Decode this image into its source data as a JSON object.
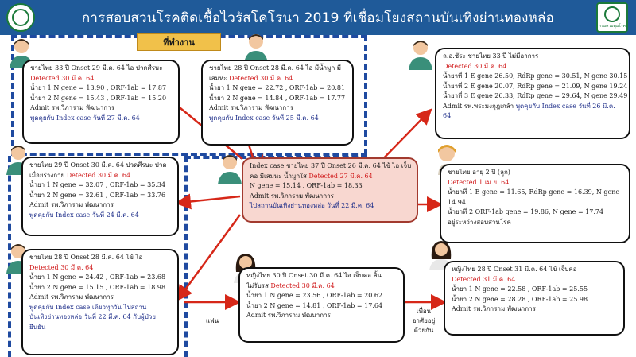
{
  "header": {
    "title": "การสอบสวนโรคติดเชื้อไวรัสโคโรนา 2019   ที่เชื่อมโยงสถานบันเทิงย่านทองหล่อ"
  },
  "logos": {
    "right_caption": "กรมควบคุมโรค"
  },
  "workplace_label": "ที่ทำงาน",
  "cases": {
    "c1": {
      "l1": "ชายไทย 33 ปี Onset 29 มี.ค. 64 ไอ ปวดศีรษะ",
      "l2": "Detected 30 มี.ค. 64",
      "l3": "น้ำยา 1 N gene = 13.90 , ORF-1ab = 17.87",
      "l4": "น้ำยา 2 N gene = 15.43 , ORF-1ab = 15.20",
      "l5": "Admit รพ.วิภาราม พัฒนาการ",
      "l6": "พูดคุยกับ Index case วันที่ 27 มี.ค. 64"
    },
    "c2": {
      "l1": "ชายไทย 28 ปี Onset 28 มี.ค. 64 ไอ มีน้ำมูก มี",
      "l2a": "เสมหะ ",
      "l2b": "Detected 30 มี.ค. 64",
      "l3": "น้ำยา 1 N gene = 22.72 , ORF-1ab = 20.81",
      "l4": "น้ำยา 2 N gene = 14.84 , ORF-1ab = 17.77",
      "l5": "Admit รพ.วิภาราม พัฒนาการ",
      "l6": "พูดคุยกับ Index case วันที่ 25 มี.ค. 64"
    },
    "c3": {
      "l1": "ชายไทย 29 ปี Onset 30 มี.ค. 64 ปวดศีรษะ ปวด",
      "l2a": "เมื่อยร่างกาย ",
      "l2b": "Detected 30 มี.ค. 64",
      "l3": "น้ำยา 1 N gene = 32.07 , ORF-1ab = 35.34",
      "l4": "น้ำยา 2 N gene = 32.61 , ORF-1ab = 33.76",
      "l5": "Admit รพ.วิภาราม พัฒนาการ",
      "l6": "พูดคุยกับ Index case วันที่ 24 มี.ค. 64"
    },
    "c4": {
      "l1": "ชายไทย 28 ปี Onset 28 มี.ค. 64 ไข้ ไอ",
      "l2": "Detected 30 มี.ค. 64",
      "l3": "น้ำยา 1 N gene = 24.42 , ORF-1ab = 23.68",
      "l4": "น้ำยา 2 N gene = 15.15 , ORF-1ab = 18.98",
      "l5": "Admit รพ.วิภาราม พัฒนาการ",
      "l6": "พูดคุยกับ Index case เดียวทุกวัน ไปสถาน",
      "l7": "บันเทิงย่านทองหล่อ วันที่ 22 มี.ค. 64 กับผู้ป่วย",
      "l8": "ยืนยัน"
    },
    "index": {
      "l1": "Index case ชายไทย 37 ปี Onset 26 มี.ค. 64 ไข้ ไอ เจ็บ",
      "l2a": "คอ มีเสมหะ น้ำมูกใส ",
      "l2b": "Detected 27 มี.ค. 64",
      "l3": "N gene = 15.14 , ORF-1ab = 18.33",
      "l4": "Admit รพ.วิภาราม พัฒนาการ",
      "l5": "ไปสถานบันเทิงย่านทองหล่อ วันที่ 22 มี.ค. 64"
    },
    "c5": {
      "l1": "ล.อ.ชัระ ชายไทย 33 ปี ไม่มีอาการ",
      "l2": "Detected 30 มี.ค. 64",
      "l3": "น้ำยาที่ 1 E gene 26.50, RdRp gene = 30.51, N gene 30.15",
      "l4": "น้ำยาที่ 2 E gene 20.07, RdRp gene = 21.09, N gene 19.24",
      "l5": "น้ำยาที่ 3 E gene 26.33, RdRp gene = 29.64, N gene 29.49",
      "l6a": "Admit รพ.พระมงกุฎเกล้า ",
      "l6b": "พูดคุยกับ Index case วันที่ 26 มี.ค.",
      "l7": "64"
    },
    "c6": {
      "l1": "ชายไทย อายุ 2 ปี (ลูก)",
      "l2": "Detected 1 เม.ย. 64",
      "l3": "น้ำยาที่ 1 E gene = 11.65, RdRp gene = 16.39, N gene",
      "l4": "14.94",
      "l5": "น้ำยาที่ 2 ORF-1ab gene = 19.86, N gene = 17.74",
      "l6": "อยู่ระหว่างสอบสวนโรค"
    },
    "c7": {
      "l1": "หญิงไทย 30 ปี Onset 30 มี.ค. 64 ไอ เจ็บคอ ลิ้น",
      "l2a": "ไม่รับรส ",
      "l2b": "Detected 30 มี.ค. 64",
      "l3": "น้ำยา 1 N gene = 23.56 , ORF-1ab = 20.62",
      "l4": "น้ำยา 2 N gene = 14.81 , ORF-1ab = 17.64",
      "l5": "Admit รพ.วิภาราม พัฒนาการ"
    },
    "c8": {
      "l1": "หญิงไทย 28 ปี Onset 31 มี.ค. 64 ไข้ เจ็บคอ",
      "l2": "Detected 31 มี.ค. 64",
      "l3": "น้ำยา 1 N gene = 22.58 , ORF-1ab = 25.55",
      "l4": "น้ำยา 2 N gene = 28.28 , ORF-1ab = 25.98",
      "l5": "Admit รพ.วิภาราม พัฒนาการ"
    }
  },
  "relation_labels": {
    "fan": "แฟน",
    "friend_1": "เพื่อน",
    "friend_2": "อาศัยอยู่",
    "friend_3": "ด้วยกัน"
  },
  "colors": {
    "header": "#1f5a99",
    "dashed_border": "#1f4aa0",
    "arrow": "#d62718",
    "index_fill": "#f8d7d0",
    "workplace_label": "#f1c14a"
  }
}
